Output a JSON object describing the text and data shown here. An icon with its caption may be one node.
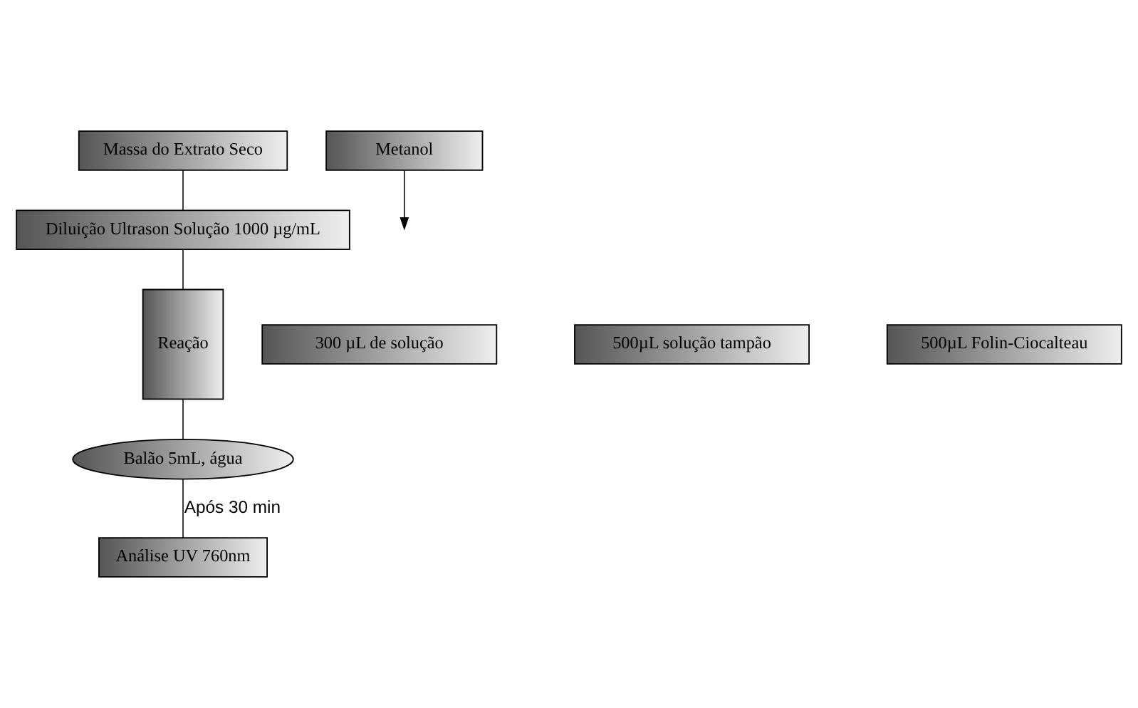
{
  "diagram": {
    "nodes": [
      {
        "text": [
          "Massa do Extrato Seco"
        ]
      },
      {
        "text": [
          "Metanol"
        ]
      },
      {
        "text": [
          "Diluição Ultrason Solução 1000 µg/mL"
        ]
      },
      {
        "text": [
          "300 µL de solução"
        ]
      },
      {
        "text": [
          "500µL solução tampão"
        ]
      },
      {
        "text": [
          "500µL Folin-Ciocalteau"
        ]
      },
      {
        "text": [
          "Reação"
        ]
      },
      {
        "text": [
          "Balão 5mL, água"
        ]
      },
      {
        "text": [
          "Análise UV 760nm"
        ]
      }
    ],
    "edges": [
      {
        "from": 0,
        "to": 2,
        "arrow": "none"
      },
      {
        "from": 1,
        "to": null,
        "arrow": "to"
      },
      {
        "from": 2,
        "to": 6,
        "arrow": "none"
      },
      {
        "from": 6,
        "to": 7,
        "arrow": "none"
      },
      {
        "from": 7,
        "to": 8,
        "label": "Após 30 min",
        "arrow": "none"
      }
    ]
  }
}
